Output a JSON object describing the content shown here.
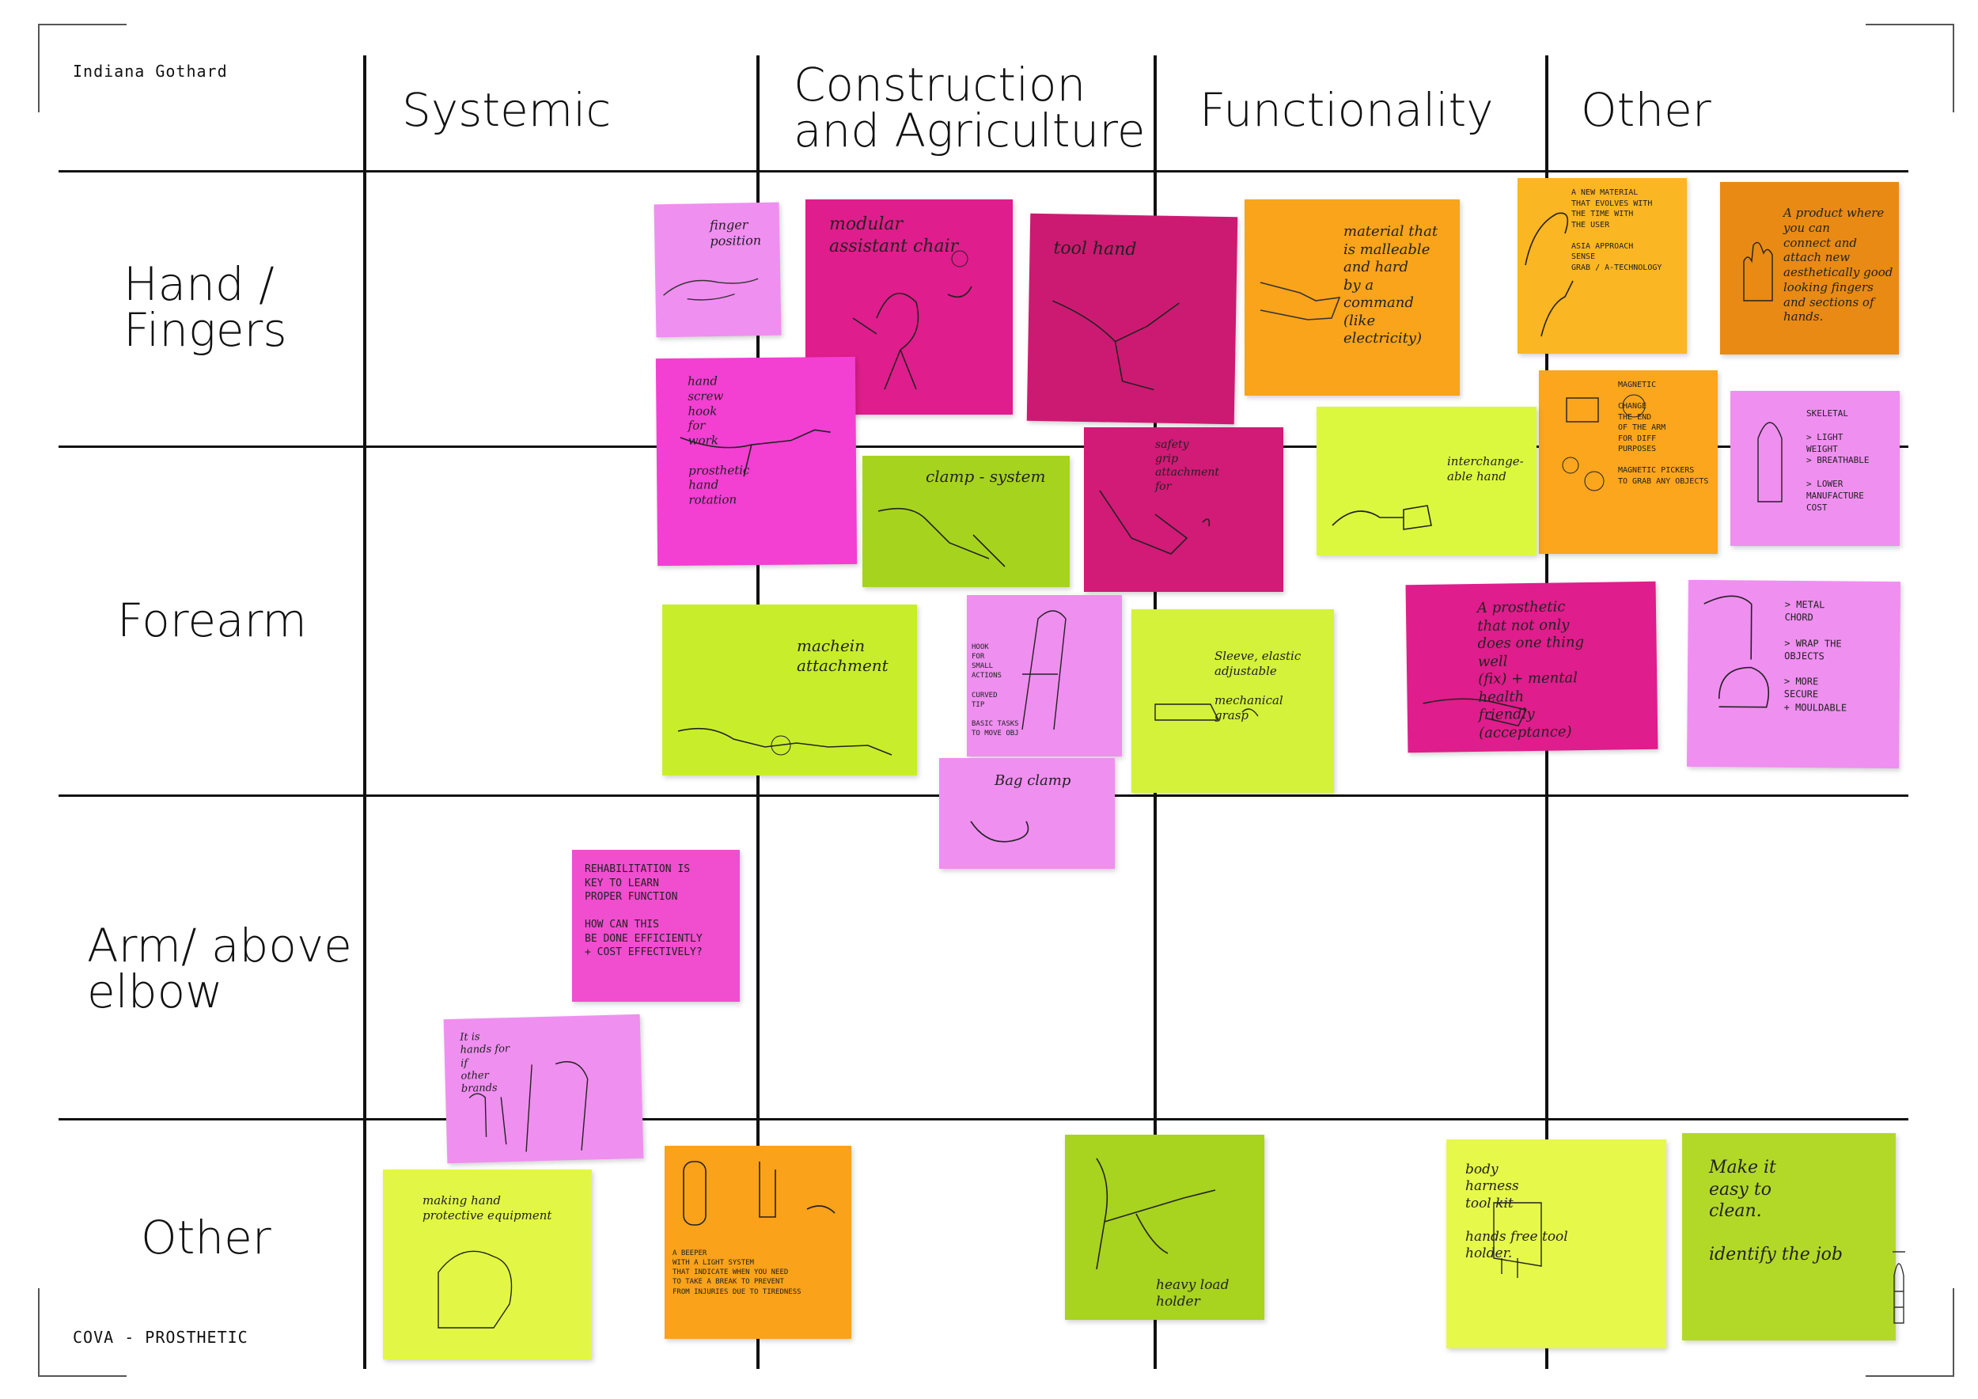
{
  "author": "Indiana Gothard",
  "footer": "COVA - PROSTHETIC",
  "columns": [
    "Systemic",
    "Construction\nand Agriculture",
    "Functionality",
    "Other"
  ],
  "rows": [
    "Hand /\nFingers",
    "Forearm",
    "Arm/ above\nelbow",
    "Other"
  ],
  "notes": {
    "n_hook_fingers": "finger\nposition",
    "n_modular_chair": "modular\nassistant chair",
    "n_tool_hand": "tool hand",
    "n_material": "material that\nis malleable\nand hard\nby a\ncommand\n(like\nelectricity)",
    "n_new_material": "A NEW MATERIAL\nTHAT EVOLVES WITH\nTHE TIME WITH\nTHE USER\n\nASIA APPROACH\nSENSE\nGRAB / A-TECHNOLOGY",
    "n_product_connect": "A product where\nyou can\nconnect and\nattach new\naesthetically good\nlooking fingers\nand sections of\nhands.",
    "n_hand_screw": "hand\nscrew\nhook\nfor\nwork\n\nprosthetic\nhand\nrotation",
    "n_magnetic": "MAGNETIC\n\nCHANGE\nTHE END\nOF THE ARM\nFOR DIFF\nPURPOSES\n\nMAGNETIC PICKERS\nTO GRAB ANY OBJECTS",
    "n_skeletal": "SKELETAL\n\n> LIGHT\n  WEIGHT\n> BREATHABLE\n\n> LOWER\n  MANUFACTURE\n  COST",
    "n_clamp": "clamp - system",
    "n_safety_grip": "safety\ngrip\nattachment\nfor",
    "n_interchange": "interchange-\nable hand",
    "n_machine": "machein\nattachment",
    "n_hook_pole": "HOOK\nFOR\nSMALL\nACTIONS\n\nCURVED\nTIP\n\nBASIC TASKS\nTO MOVE OBJ",
    "n_sleeve": "Sleeve, elastic\nadjustable\n\nmechanical\ngrasp",
    "n_prosthetic_mental": "A prosthetic\nthat not only\ndoes one thing\nwell\n(fix) + mental\nhealth\nfriendly\n(acceptance)",
    "n_metal_chord": "> METAL\n  CHORD\n\n> WRAP THE\n  OBJECTS\n\n> MORE\n  SECURE\n+ MOULDABLE",
    "n_bag_clamp": "Bag clamp",
    "n_rehab": "REHABILITATION IS\nKEY TO LEARN\nPROPER FUNCTION\n\nHOW CAN THIS\nBE DONE EFFICIENTLY\n+ COST EFFECTIVELY?",
    "n_arm_sketch": "It is\nhands for\nif\nother\nbrands",
    "n_making_hand": "making hand\nprotective equipment",
    "n_beeper": "A  BEEPER\nWITH A LIGHT SYSTEM\nTHAT INDICATE WHEN YOU NEED\nTO TAKE A BREAK TO PREVENT\nFROM INJURIES DUE TO TIREDNESS",
    "n_heavy_load": "heavy load\nholder",
    "n_tool_kit": "body\nharness\ntool kit\n\nhands free tool\nholder.",
    "n_easy_clean": "Make it\neasy to\nclean.\n\nidentify the job"
  },
  "colors": {
    "light_pink": "#ef8ff0",
    "pink": "#f25ad7",
    "magenta": "#df1d8c",
    "crimson": "#cc1a72",
    "orange": "#f9a41b",
    "yellow_green": "#d6f53a",
    "lime": "#c8ee2b",
    "olive": "#a6d41e"
  }
}
